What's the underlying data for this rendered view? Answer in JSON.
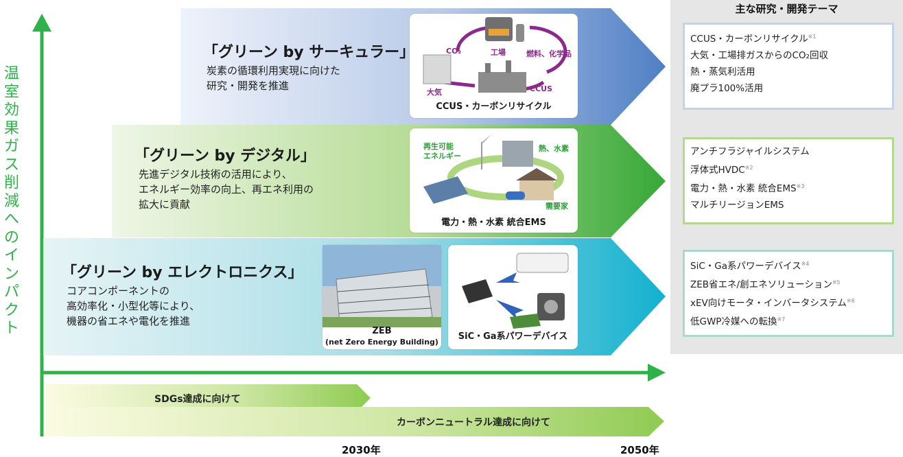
{
  "vertical_axis_label": "温室効果ガス削減へのインパクト",
  "bands": [
    {
      "title": "「グリーン by サーキュラー」",
      "description": "炭素の循環利用実現に向けた\n研究・開発を推進",
      "cards": [
        {
          "caption": "CCUS・カーボンリサイクル",
          "labels": {
            "co2": "CO₂",
            "factory": "工場",
            "fuel": "燃料、化学品",
            "atmosphere": "大気",
            "ccus": "CCUS"
          }
        }
      ]
    },
    {
      "title": "「グリーン by デジタル」",
      "description": "先進デジタル技術の活用により、\nエネルギー効率の向上、再エネ利用の\n拡大に貢献",
      "cards": [
        {
          "caption": "電力・熱・水素 統合EMS",
          "labels": {
            "renewable": "再生可能\nエネルギー",
            "heat_hydrogen": "熱、水素",
            "consumer": "需要家"
          }
        }
      ]
    },
    {
      "title": "「グリーン by エレクトロニクス」",
      "description": "コアコンポーネントの\n高効率化・小型化等により、\n機器の省エネや電化を推進",
      "cards": [
        {
          "caption": "ZEB",
          "subcaption": "(net Zero Energy Building)"
        },
        {
          "caption": "SiC・Ga系パワーデバイス"
        }
      ]
    }
  ],
  "themes_panel": {
    "title": "主な研究・開発テーマ",
    "groups": [
      {
        "border_color": "#c5d3ea",
        "items": [
          {
            "text": "CCUS・カーボンリサイクル",
            "note": "※1"
          },
          {
            "text": "大気・工場排ガスからのCO₂回収",
            "note": ""
          },
          {
            "text": "熱・蒸気利活用",
            "note": ""
          },
          {
            "text": "廃プラ100%活用",
            "note": ""
          }
        ]
      },
      {
        "border_color": "#b5d98a",
        "items": [
          {
            "text": "アンチフラジャイルシステム",
            "note": ""
          },
          {
            "text": "浮体式HVDC",
            "note": "※2"
          },
          {
            "text": "電力・熱・水素 統合EMS",
            "note": "※3"
          },
          {
            "text": "マルチリージョンEMS",
            "note": ""
          }
        ]
      },
      {
        "border_color": "#a9d9cd",
        "items": [
          {
            "text": "SiC・Ga系パワーデバイス",
            "note": "※4"
          },
          {
            "text": "ZEB省エネ/創エネソリューション",
            "note": "※5"
          },
          {
            "text": "xEV向けモータ・インバータシステム",
            "note": "※6"
          },
          {
            "text": "低GWP冷媒への転換",
            "note": "※7"
          }
        ]
      }
    ]
  },
  "timeline": {
    "goal_sdgs": "SDGs達成に向けて",
    "goal_carbon_neutral": "カーボンニュートラル達成に向けて",
    "year_2030": "2030年",
    "year_2050": "2050年"
  },
  "colors": {
    "axis_green": "#2fb24a",
    "circular_band": "#5a86c8",
    "digital_band": "#3fae35",
    "electronics_band": "#19b3d0",
    "timeline_fill": "#9fd160"
  }
}
